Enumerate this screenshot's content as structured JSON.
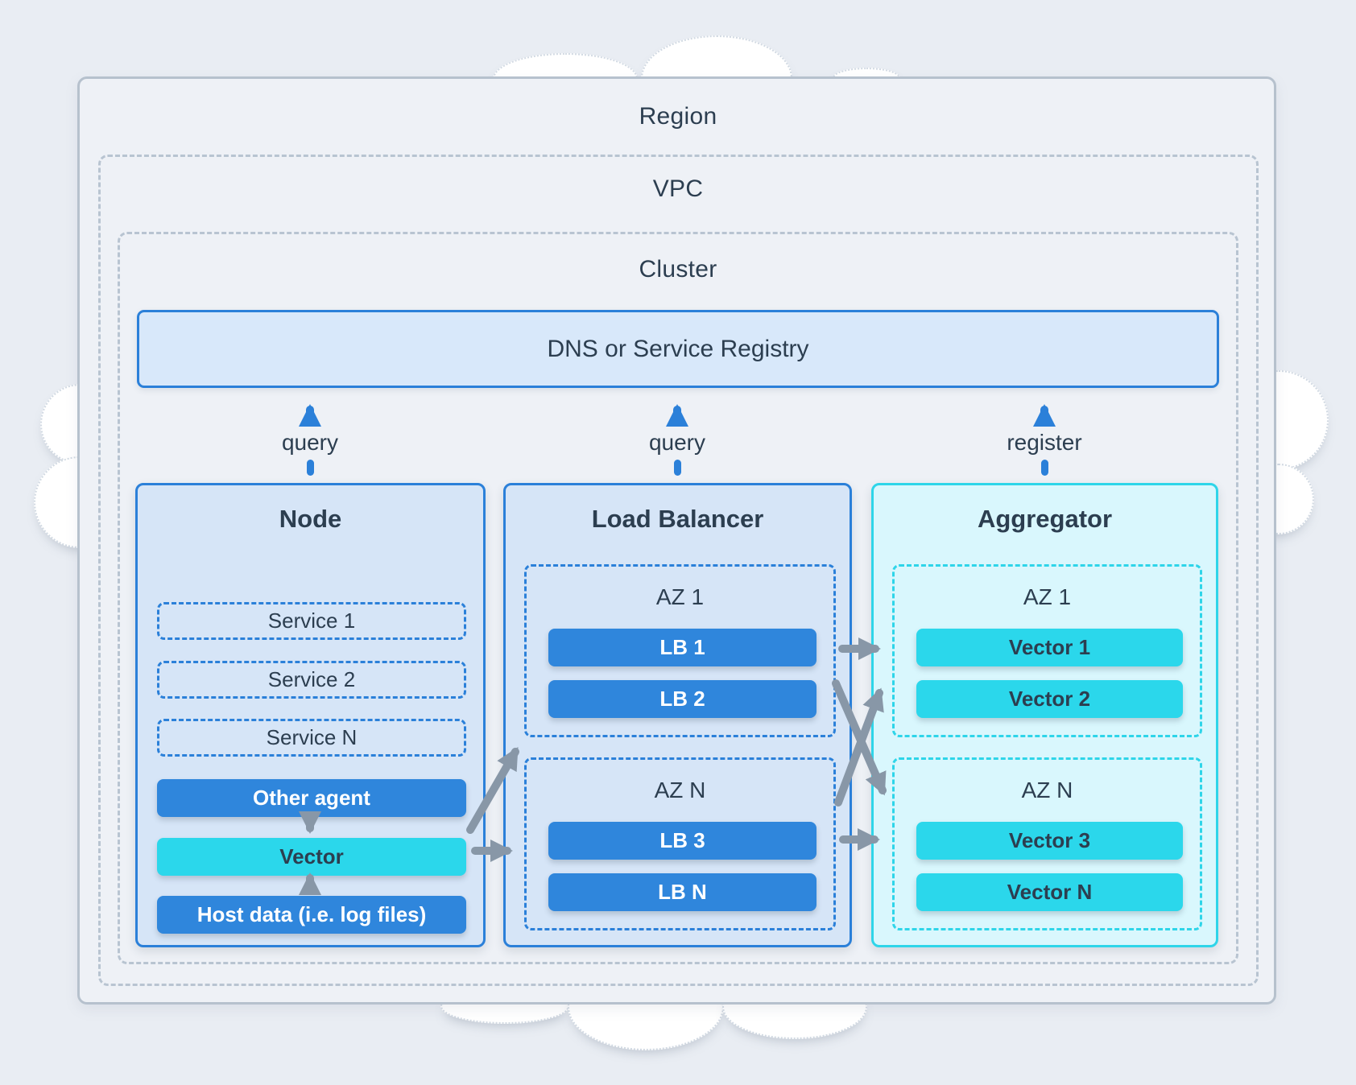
{
  "frames": {
    "region": "Region",
    "vpc": "VPC",
    "cluster": "Cluster"
  },
  "dns": {
    "label": "DNS or Service Registry"
  },
  "flows": {
    "node_to_dns": "query",
    "lb_to_dns": "query",
    "agg_to_dns": "register"
  },
  "node": {
    "title": "Node",
    "services": [
      "Service 1",
      "Service 2",
      "Service N"
    ],
    "other_agent": "Other agent",
    "vector": "Vector",
    "host_data": "Host data (i.e. log files)"
  },
  "load_balancer": {
    "title": "Load Balancer",
    "zones": [
      {
        "label": "AZ 1",
        "items": [
          "LB 1",
          "LB 2"
        ]
      },
      {
        "label": "AZ N",
        "items": [
          "LB 3",
          "LB N"
        ]
      }
    ]
  },
  "aggregator": {
    "title": "Aggregator",
    "zones": [
      {
        "label": "AZ 1",
        "items": [
          "Vector 1",
          "Vector 2"
        ]
      },
      {
        "label": "AZ N",
        "items": [
          "Vector 3",
          "Vector N"
        ]
      }
    ]
  },
  "colors": {
    "accent_blue": "#2b80d9",
    "solid_blue": "#2f86dc",
    "cyan": "#2bd7eb",
    "cyan_border": "#2ed5e9",
    "light_blue_fill": "#d6e5f7",
    "light_cyan_fill": "#d9f7fd",
    "dns_fill": "#d8e8fa",
    "gray_arrow": "#8897a7",
    "frame_gray": "#b8c4d1",
    "text_dark": "#2c3e50",
    "cloud": "#ffffff"
  }
}
